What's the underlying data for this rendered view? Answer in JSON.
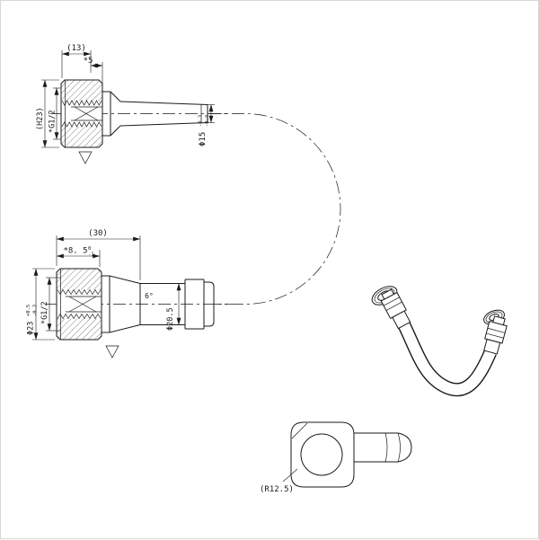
{
  "views": {
    "top_fitting": {
      "dim_length": "(13)",
      "dim_offset": "*5",
      "dim_thread": "*G1/2",
      "dim_height": "(H23)",
      "dim_tube_dia": "Φ15",
      "tube_tol_upper": "-0.3",
      "tube_tol_lower": "-0.4"
    },
    "mid_fitting": {
      "dim_length": "(30)",
      "dim_depth": "*8. 5",
      "depth_tol_upper": "0",
      "depth_tol_lower": "-1",
      "dim_outer_dia": "Φ23",
      "outer_tol_upper": "+0.5",
      "outer_tol_lower": "-0.2",
      "dim_thread": "*G1/2",
      "dim_angle": "6°",
      "dim_tube_dia": "Φ20.5"
    },
    "elbow": {
      "dim_radius": "(R12.5)"
    }
  }
}
